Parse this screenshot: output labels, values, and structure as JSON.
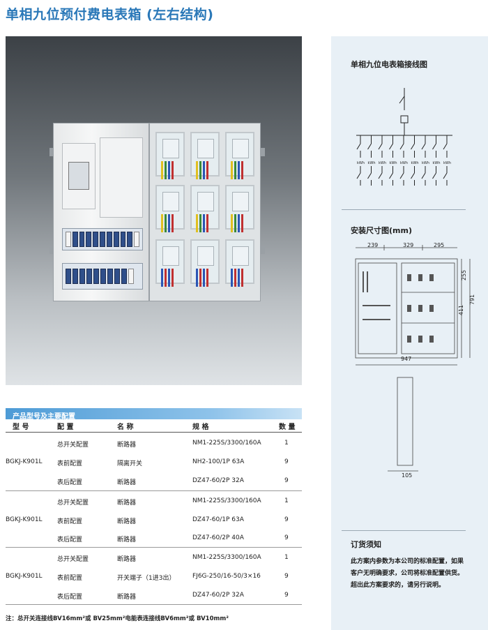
{
  "page": {
    "title": "单相九位预付费电表箱 (左右结构)"
  },
  "wiring": {
    "title": "单相九位电表箱接线图",
    "branch_label": "kWh"
  },
  "dimensions": {
    "title": "安装尺寸图(mm)",
    "top": [
      "239",
      "329",
      "295"
    ],
    "right": [
      "255",
      "411",
      "791"
    ],
    "bottom": "947",
    "side_bottom": "105"
  },
  "notice": {
    "title": "订货须知",
    "text": "此方案内参数为本公司的标准配置，如果客户无明确要求，公司将标准配置供货。超出此方案要求的，请另行说明。"
  },
  "table": {
    "section_title": "产品型号及主要配置",
    "headers": [
      "型 号",
      "配 置",
      "名 称",
      "规 格",
      "数 量"
    ],
    "groups": [
      {
        "model": "BGKJ-K901L",
        "rows": [
          [
            "总开关配置",
            "断路器",
            "NM1-225S/3300/160A",
            "1"
          ],
          [
            "表前配置",
            "隔离开关",
            "NH2-100/1P 63A",
            "9"
          ],
          [
            "表后配置",
            "断路器",
            "DZ47-60/2P 32A",
            "9"
          ]
        ]
      },
      {
        "model": "BGKJ-K901L",
        "rows": [
          [
            "总开关配置",
            "断路器",
            "NM1-225S/3300/160A",
            "1"
          ],
          [
            "表前配置",
            "断路器",
            "DZ47-60/1P 63A",
            "9"
          ],
          [
            "表后配置",
            "断路器",
            "DZ47-60/2P 40A",
            "9"
          ]
        ]
      },
      {
        "model": "BGKJ-K901L",
        "rows": [
          [
            "总开关配置",
            "断路器",
            "NM1-225S/3300/160A",
            "1"
          ],
          [
            "表前配置",
            "开关端子（1进3出）",
            "FJ6G-250/16-50/3×16",
            "9"
          ],
          [
            "表后配置",
            "断路器",
            "DZ47-60/2P 32A",
            "9"
          ]
        ]
      }
    ],
    "footnote": "注：总开关连接线BV16mm²或 BV25mm²电能表连接线BV6mm²或 BV10mm²"
  },
  "colors": {
    "title": "#2a78b8",
    "table_bar": "#4d9bd6",
    "right_panel": "#e8f0f6"
  }
}
